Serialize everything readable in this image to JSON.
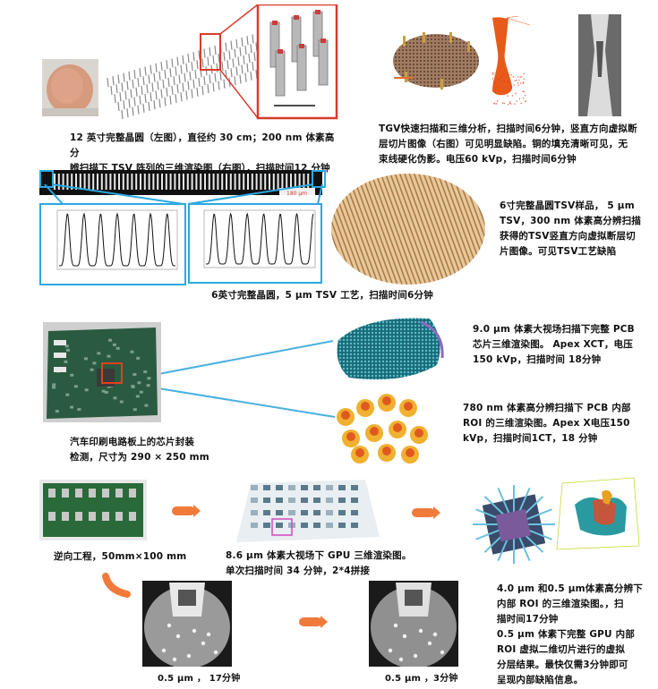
{
  "sections": {
    "wafer12": {
      "caption_line1": "12 英寸完整晶圆（左图），直径约 30 cm；200 nm 体素高分",
      "caption_line2": "辨扫描下 TSV 阵列的三维渲染图（右图），扫描时间12 分钟"
    },
    "tgv": {
      "caption_line1": "TGV快速扫描和三维分析，扫描时间6分钟，竖直方向虚拟断",
      "caption_line2": "层切片图像（右图）可见明显缺陷。铜的填充清晰可见，无",
      "caption_line3": "束线硬化伪影。电压60 kVp，扫描时间6分钟"
    },
    "wafer6": {
      "caption": "6英寸完整晶圆，5 μm TSV 工艺，扫描时间6分钟",
      "side_line1": "6寸完整晶圆TSV样品， 5 μm",
      "side_line2": "TSV，300 nm 体素高分辨扫描",
      "side_line3": "获得的TSV竖直方向虚拟断层切",
      "side_line4": "片图像。可见TSV工艺缺陷",
      "scale_label": "180 μm"
    },
    "pcb": {
      "caption_line1": "汽车印刷电路板上的芯片封装",
      "caption_line2": "检测，尺寸为 290 × 250 mm",
      "right1_line1": "9.0 μm 体素大视场扫描下完整 PCB",
      "right1_line2": "芯片三维渲染图。 Apex XCT，电压",
      "right1_line3": "150 kVp，扫描时间 18分钟",
      "right2_line1": "780 nm 体素高分辨扫描下 PCB 内部",
      "right2_line2": "ROI 的三维渲染图。Apex X电压150",
      "right2_line3": "kVp，扫描时间1CT，18 分钟"
    },
    "gpu": {
      "reverse_caption": "逆向工程，50mm×100 mm",
      "center_line1": "8.6 μm 体素大视场下 GPU 三维渲染图。",
      "center_line2": "单次扫描时间 34 分钟，2*4拼接",
      "right_line1": "4.0 μm 和0.5 μm体素高分辨下",
      "right_line2": "内部 ROI 的三维渲染图。，扫",
      "right_line3": "描时间17分钟",
      "right_line4": "0.5 μm 体素下完整 GPU 内部",
      "right_line5": "ROI 虚拟二维切片进行的虚拟",
      "right_line6": "分层结果。最快仅需3分钟即可",
      "right_line7": "呈现内部缺陷信息。",
      "slice1_caption": "0.5 μm ， 17分钟",
      "slice2_caption": "0.5 μm ，3分钟"
    }
  }
}
